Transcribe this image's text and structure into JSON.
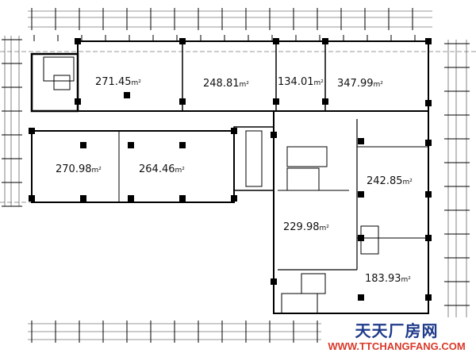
{
  "rooms": [
    {
      "id": "r1",
      "area": "271.45",
      "unit": "m²"
    },
    {
      "id": "r2",
      "area": "248.81",
      "unit": "m²"
    },
    {
      "id": "r3",
      "area": "134.01",
      "unit": "m²"
    },
    {
      "id": "r4",
      "area": "347.99",
      "unit": "m²"
    },
    {
      "id": "r5",
      "area": "270.98",
      "unit": "m²"
    },
    {
      "id": "r6",
      "area": "264.46",
      "unit": "m²"
    },
    {
      "id": "r7",
      "area": "242.85",
      "unit": "m²"
    },
    {
      "id": "r8",
      "area": "229.98",
      "unit": "m²"
    },
    {
      "id": "r9",
      "area": "183.93",
      "unit": "m²"
    }
  ],
  "watermark": {
    "name_cn": "天天厂房网",
    "url": "WWW.TTCHANGFANG.COM",
    "name_color": "#1f3a8a",
    "url_color": "#d93a2b"
  }
}
